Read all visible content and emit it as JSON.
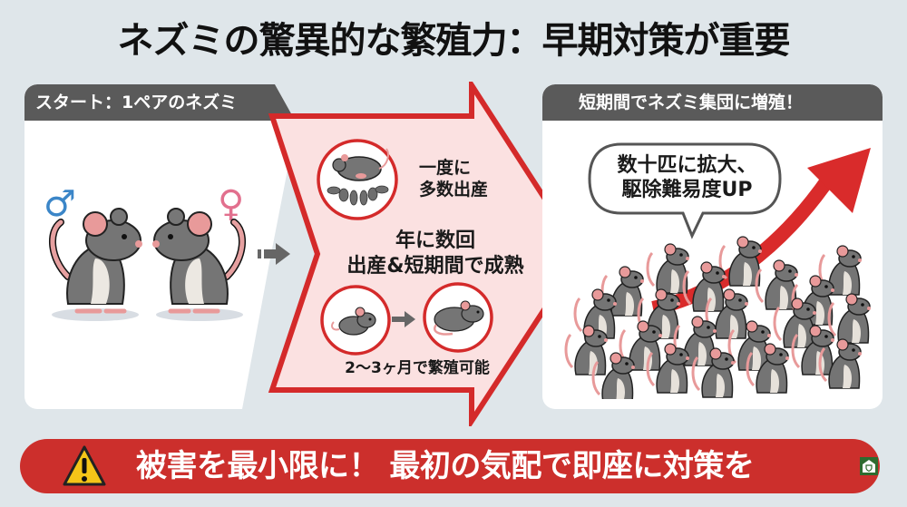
{
  "title": "ネズミの驚異的な繁殖力：早期対策が重要",
  "left_panel": {
    "header": "スタート：1ペアのネズミ",
    "male_symbol": "♂",
    "female_symbol": "♀",
    "male_color": "#3b86c8",
    "female_color": "#e2708e"
  },
  "middle_arrow": {
    "litter_text_line1": "一度に",
    "litter_text_line2": "多数出産",
    "main_text_line1": "年に数回",
    "main_text_line2": "出産&短期間で成熟",
    "maturity_text": "2〜3ヶ月で繁殖可能",
    "fill_color": "#fbe1e1",
    "border_color": "#d42a2a"
  },
  "right_panel": {
    "header": "短期間でネズミ集団に増殖！",
    "bubble_line1": "数十匹に拡大、",
    "bubble_line2": "駆除難易度UP",
    "growth_arrow_color": "#d92b2b"
  },
  "banner": {
    "text": "被害を最小限に！ 最初の気配で即座に対策を",
    "background": "#cc2f2c",
    "warning_icon": "warning-triangle-icon",
    "logo_icon": "house-shield-logo-icon"
  }
}
